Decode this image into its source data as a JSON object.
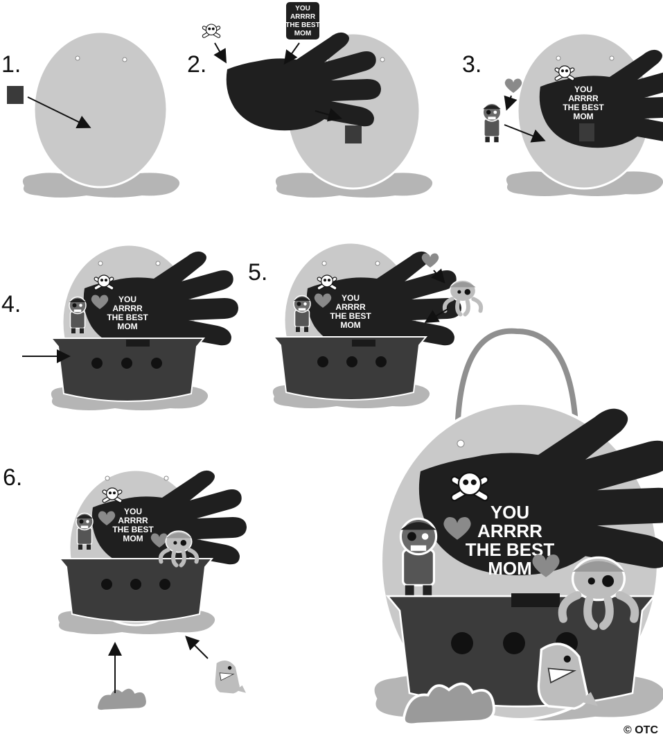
{
  "steps": [
    {
      "label": "1."
    },
    {
      "label": "2."
    },
    {
      "label": "3."
    },
    {
      "label": "4."
    },
    {
      "label": "5."
    },
    {
      "label": "6."
    }
  ],
  "sticker_text": [
    "YOU",
    "ARRRR",
    "THE BEST",
    "MOM"
  ],
  "copyright": "© OTC",
  "colors": {
    "board": "#c9c9c9",
    "board_outline": "#ffffff",
    "hand": "#1f1f1f",
    "square": "#3a3a3a",
    "ship": "#3b3b3b",
    "ship_dark": "#1a1a1a",
    "water": "#b5b5b5",
    "water_dark": "#9a9a9a",
    "heart": "#8a8a8a",
    "handle": "#8f8f8f"
  },
  "icons": [
    "skull-crossbones-icon",
    "pirate-character-icon",
    "heart-icon",
    "octopus-icon",
    "shark-icon",
    "wave-icon",
    "square-pad-icon"
  ]
}
